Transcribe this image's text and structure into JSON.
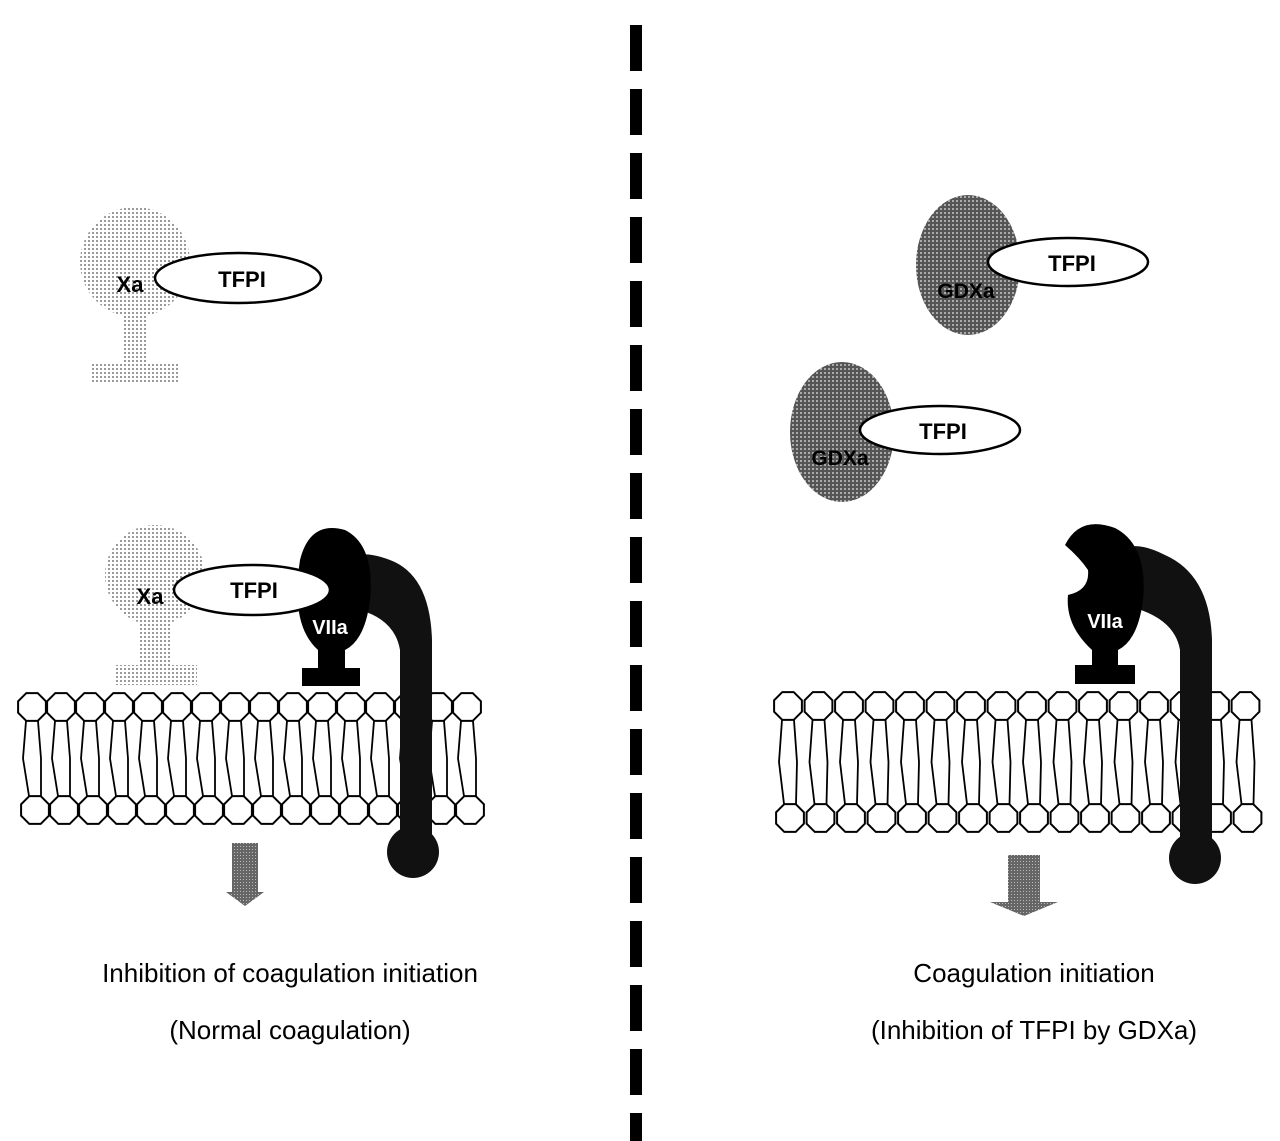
{
  "left_panel": {
    "free_complex": {
      "protease": "Xa",
      "inhibitor": "TFPI"
    },
    "bound_complex": {
      "protease": "Xa",
      "inhibitor": "TFPI",
      "factor": "VIIa"
    },
    "caption_line1": "Inhibition of coagulation initiation",
    "caption_line2": "(Normal coagulation)"
  },
  "right_panel": {
    "complex_1": {
      "protease": "GDXa",
      "inhibitor": "TFPI"
    },
    "complex_2": {
      "protease": "GDXa",
      "inhibitor": "TFPI"
    },
    "factor": "VIIa",
    "caption_line1": "Coagulation initiation",
    "caption_line2": "(Inhibition of TFPI by GDXa)"
  },
  "colors": {
    "xa": "#c8c8c8",
    "gdxa": "#7a7a7a",
    "tf": "#111111",
    "arrow": "#808080"
  }
}
